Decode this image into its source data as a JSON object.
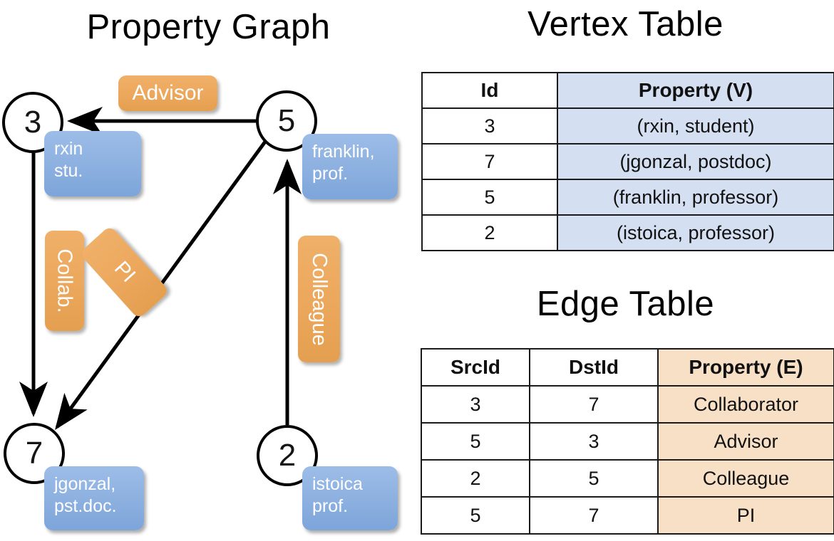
{
  "titles": {
    "graph": "Property Graph",
    "vertex_table": "Vertex Table",
    "edge_table": "Edge Table"
  },
  "graph": {
    "vertices": [
      {
        "id": "3",
        "name": "rxin",
        "role": "stu."
      },
      {
        "id": "5",
        "name": "franklin,",
        "role": "prof."
      },
      {
        "id": "7",
        "name": "jgonzal,",
        "role": "pst.doc."
      },
      {
        "id": "2",
        "name": "istoica",
        "role": "prof."
      }
    ],
    "edge_labels": {
      "advisor": "Advisor",
      "collab": "Collab.",
      "pi": "PI",
      "colleague": "Colleague"
    },
    "edges": [
      {
        "from": "5",
        "to": "3",
        "label": "Advisor"
      },
      {
        "from": "3",
        "to": "7",
        "label": "Collab."
      },
      {
        "from": "5",
        "to": "7",
        "label": "PI"
      },
      {
        "from": "2",
        "to": "5",
        "label": "Colleague"
      }
    ]
  },
  "vertex_table": {
    "headers": [
      "Id",
      "Property (V)"
    ],
    "rows": [
      {
        "id": "3",
        "property": "(rxin, student)"
      },
      {
        "id": "7",
        "property": "(jgonzal, postdoc)"
      },
      {
        "id": "5",
        "property": "(franklin, professor)"
      },
      {
        "id": "2",
        "property": "(istoica, professor)"
      }
    ]
  },
  "edge_table": {
    "headers": [
      "SrcId",
      "DstId",
      "Property (E)"
    ],
    "rows": [
      {
        "src": "3",
        "dst": "7",
        "property": "Collaborator"
      },
      {
        "src": "5",
        "dst": "3",
        "property": "Advisor"
      },
      {
        "src": "2",
        "dst": "5",
        "property": "Colleague"
      },
      {
        "src": "5",
        "dst": "7",
        "property": "PI"
      }
    ]
  },
  "colors": {
    "vertex_property_fill": "#d4dff2",
    "edge_property_fill": "#f8e0c6",
    "node_box_blue": "#8fb2e1",
    "edge_box_orange": "#eca85d",
    "stroke": "#000000"
  }
}
